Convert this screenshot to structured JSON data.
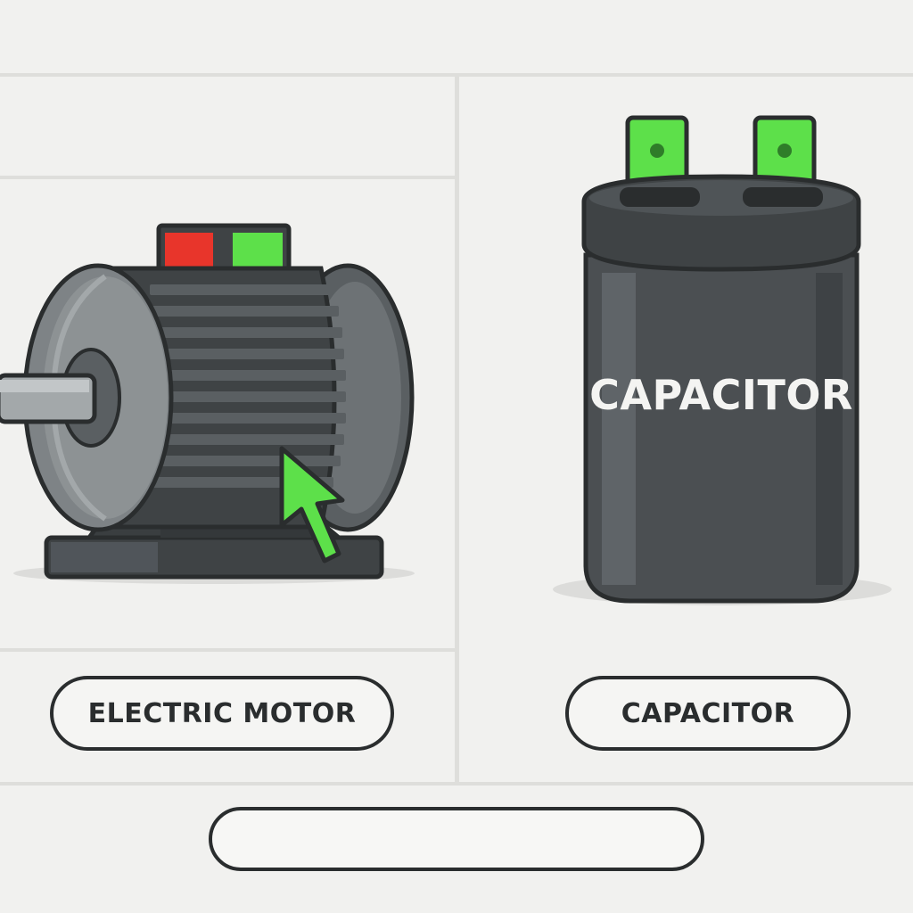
{
  "items": [
    {
      "id": "electric-motor",
      "label": "ELECTRIC MOTOR",
      "icon": "electric-motor-icon"
    },
    {
      "id": "capacitor",
      "label": "CAPACITOR",
      "icon": "capacitor-icon",
      "body_text": "CAPACITOR"
    }
  ],
  "answer_field": {
    "value": ""
  },
  "cursor": {
    "icon": "mouse-pointer-icon"
  },
  "colors": {
    "background": "#f1f1ef",
    "grid_line": "#dededb",
    "outline": "#2a2d2e",
    "accent_green": "#5de04a",
    "accent_red": "#e8352b",
    "body_dark": "#4b4f52",
    "body_mid": "#6d7275",
    "body_light": "#8d9294"
  }
}
